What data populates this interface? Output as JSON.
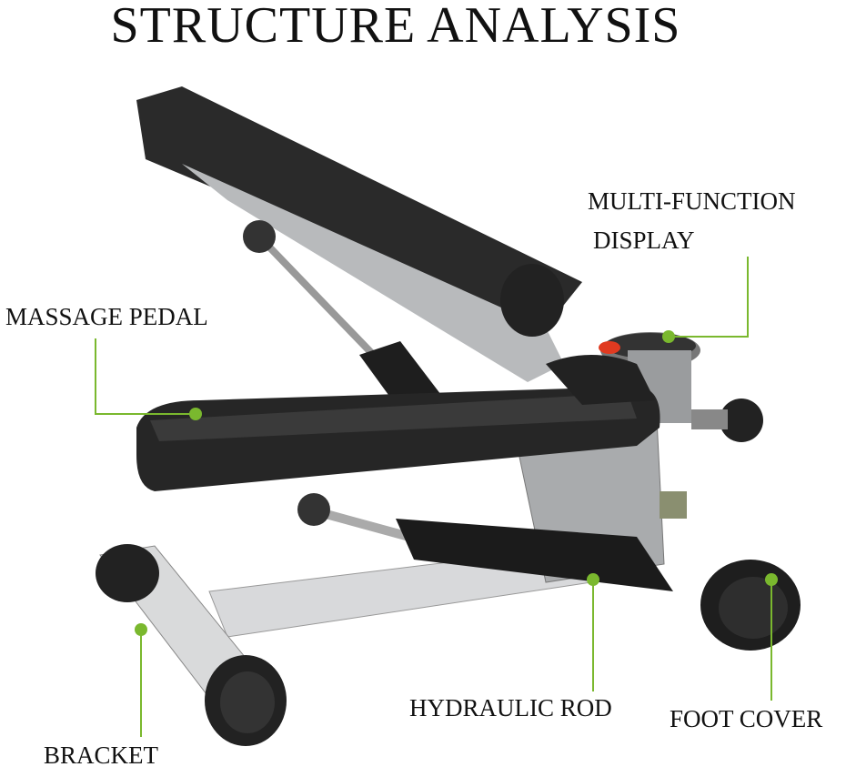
{
  "title": "STRUCTURE ANALYSIS",
  "labels": {
    "display_line1": "MULTI-FUNCTION",
    "display_line2": "DISPLAY",
    "massage_pedal": "MASSAGE PEDAL",
    "hydraulic_rod": "HYDRAULIC ROD",
    "foot_cover": "FOOT COVER",
    "bracket": "BRACKET"
  },
  "colors": {
    "accent": "#7ab82e",
    "pedal": "#2b2b2b",
    "frame": "#b8babc"
  }
}
